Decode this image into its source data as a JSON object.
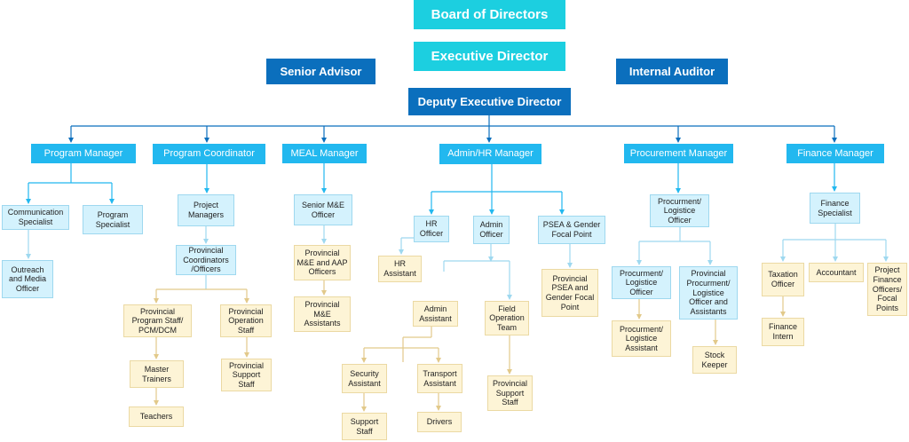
{
  "chart": {
    "board": "Board of Directors",
    "executive_director": "Executive Director",
    "senior_advisor": "Senior Advisor",
    "internal_auditor": "Internal Auditor",
    "deputy_executive_director": "Deputy Executive Director",
    "program_manager": "Program Manager",
    "program_coordinator": "Program Coordinator",
    "meal_manager": "MEAL Manager",
    "admin_hr_manager": "Admin/HR Manager",
    "procurement_manager": "Procurement Manager",
    "finance_manager": "Finance Manager",
    "communication_specialist": "Communication Specialist",
    "program_specialist": "Program Specialist",
    "outreach_media_officer": "Outreach and Media Officer",
    "project_managers": "Project Managers",
    "provincial_coordinators": "Provincial Coordinators /Officers",
    "provincial_program_staff": "Provincial Program Staff/ PCM/DCM",
    "provincial_operation_staff": "Provincial Operation Staff",
    "master_trainers": "Master Trainers",
    "provincial_support_staff_pc": "Provincial Support Staff",
    "teachers": "Teachers",
    "senior_me_officer": "Senior M&E Officer",
    "provincial_me_aap": "Provincial M&E and AAP Officers",
    "provincial_me_assistants": "Provincial M&E Assistants",
    "hr_officer": "HR Officer",
    "hr_assistant": "HR Assistant",
    "admin_officer": "Admin Officer",
    "psea_gender_focal": "PSEA & Gender Focal Point",
    "provincial_psea": "Provincial PSEA and Gender Focal Point",
    "admin_assistant": "Admin Assistant",
    "field_operation_team": "Field Operation Team",
    "provincial_support_staff_admin": "Provincial Support Staff",
    "security_assistant": "Security Assistant",
    "transport_assistant": "Transport Assistant",
    "support_staff": "Support Staff",
    "drivers": "Drivers",
    "procurement_logistics_officer": "Procurment/ Logistice Officer",
    "procurement_logistics_officer_2": "Procurment/ Logistice Officer",
    "provincial_procurement_officer": "Provincial Procurment/ Logistice Officer and Assistants",
    "procurement_logistics_assistant": "Procurment/ Logistice Assistant",
    "stock_keeper": "Stock Keeper",
    "finance_specialist": "Finance Specialist",
    "taxation_officer": "Taxation Officer",
    "accountant": "Accountant",
    "project_finance_officers": "Project Finance Officers/ Focal Points",
    "finance_intern": "Finance Intern"
  },
  "colors": {
    "top_tier": "#1ccfe0",
    "executive_tier": "#0b6fbd",
    "manager_tier": "#22b8ef",
    "specialist_tier": "#d4f2fd",
    "staff_tier": "#fdf4d6",
    "connector_dark": "#0b6fbd",
    "connector_sky": "#22b8ef",
    "connector_light": "#9ed8ef",
    "connector_cream": "#ebd9a3"
  }
}
